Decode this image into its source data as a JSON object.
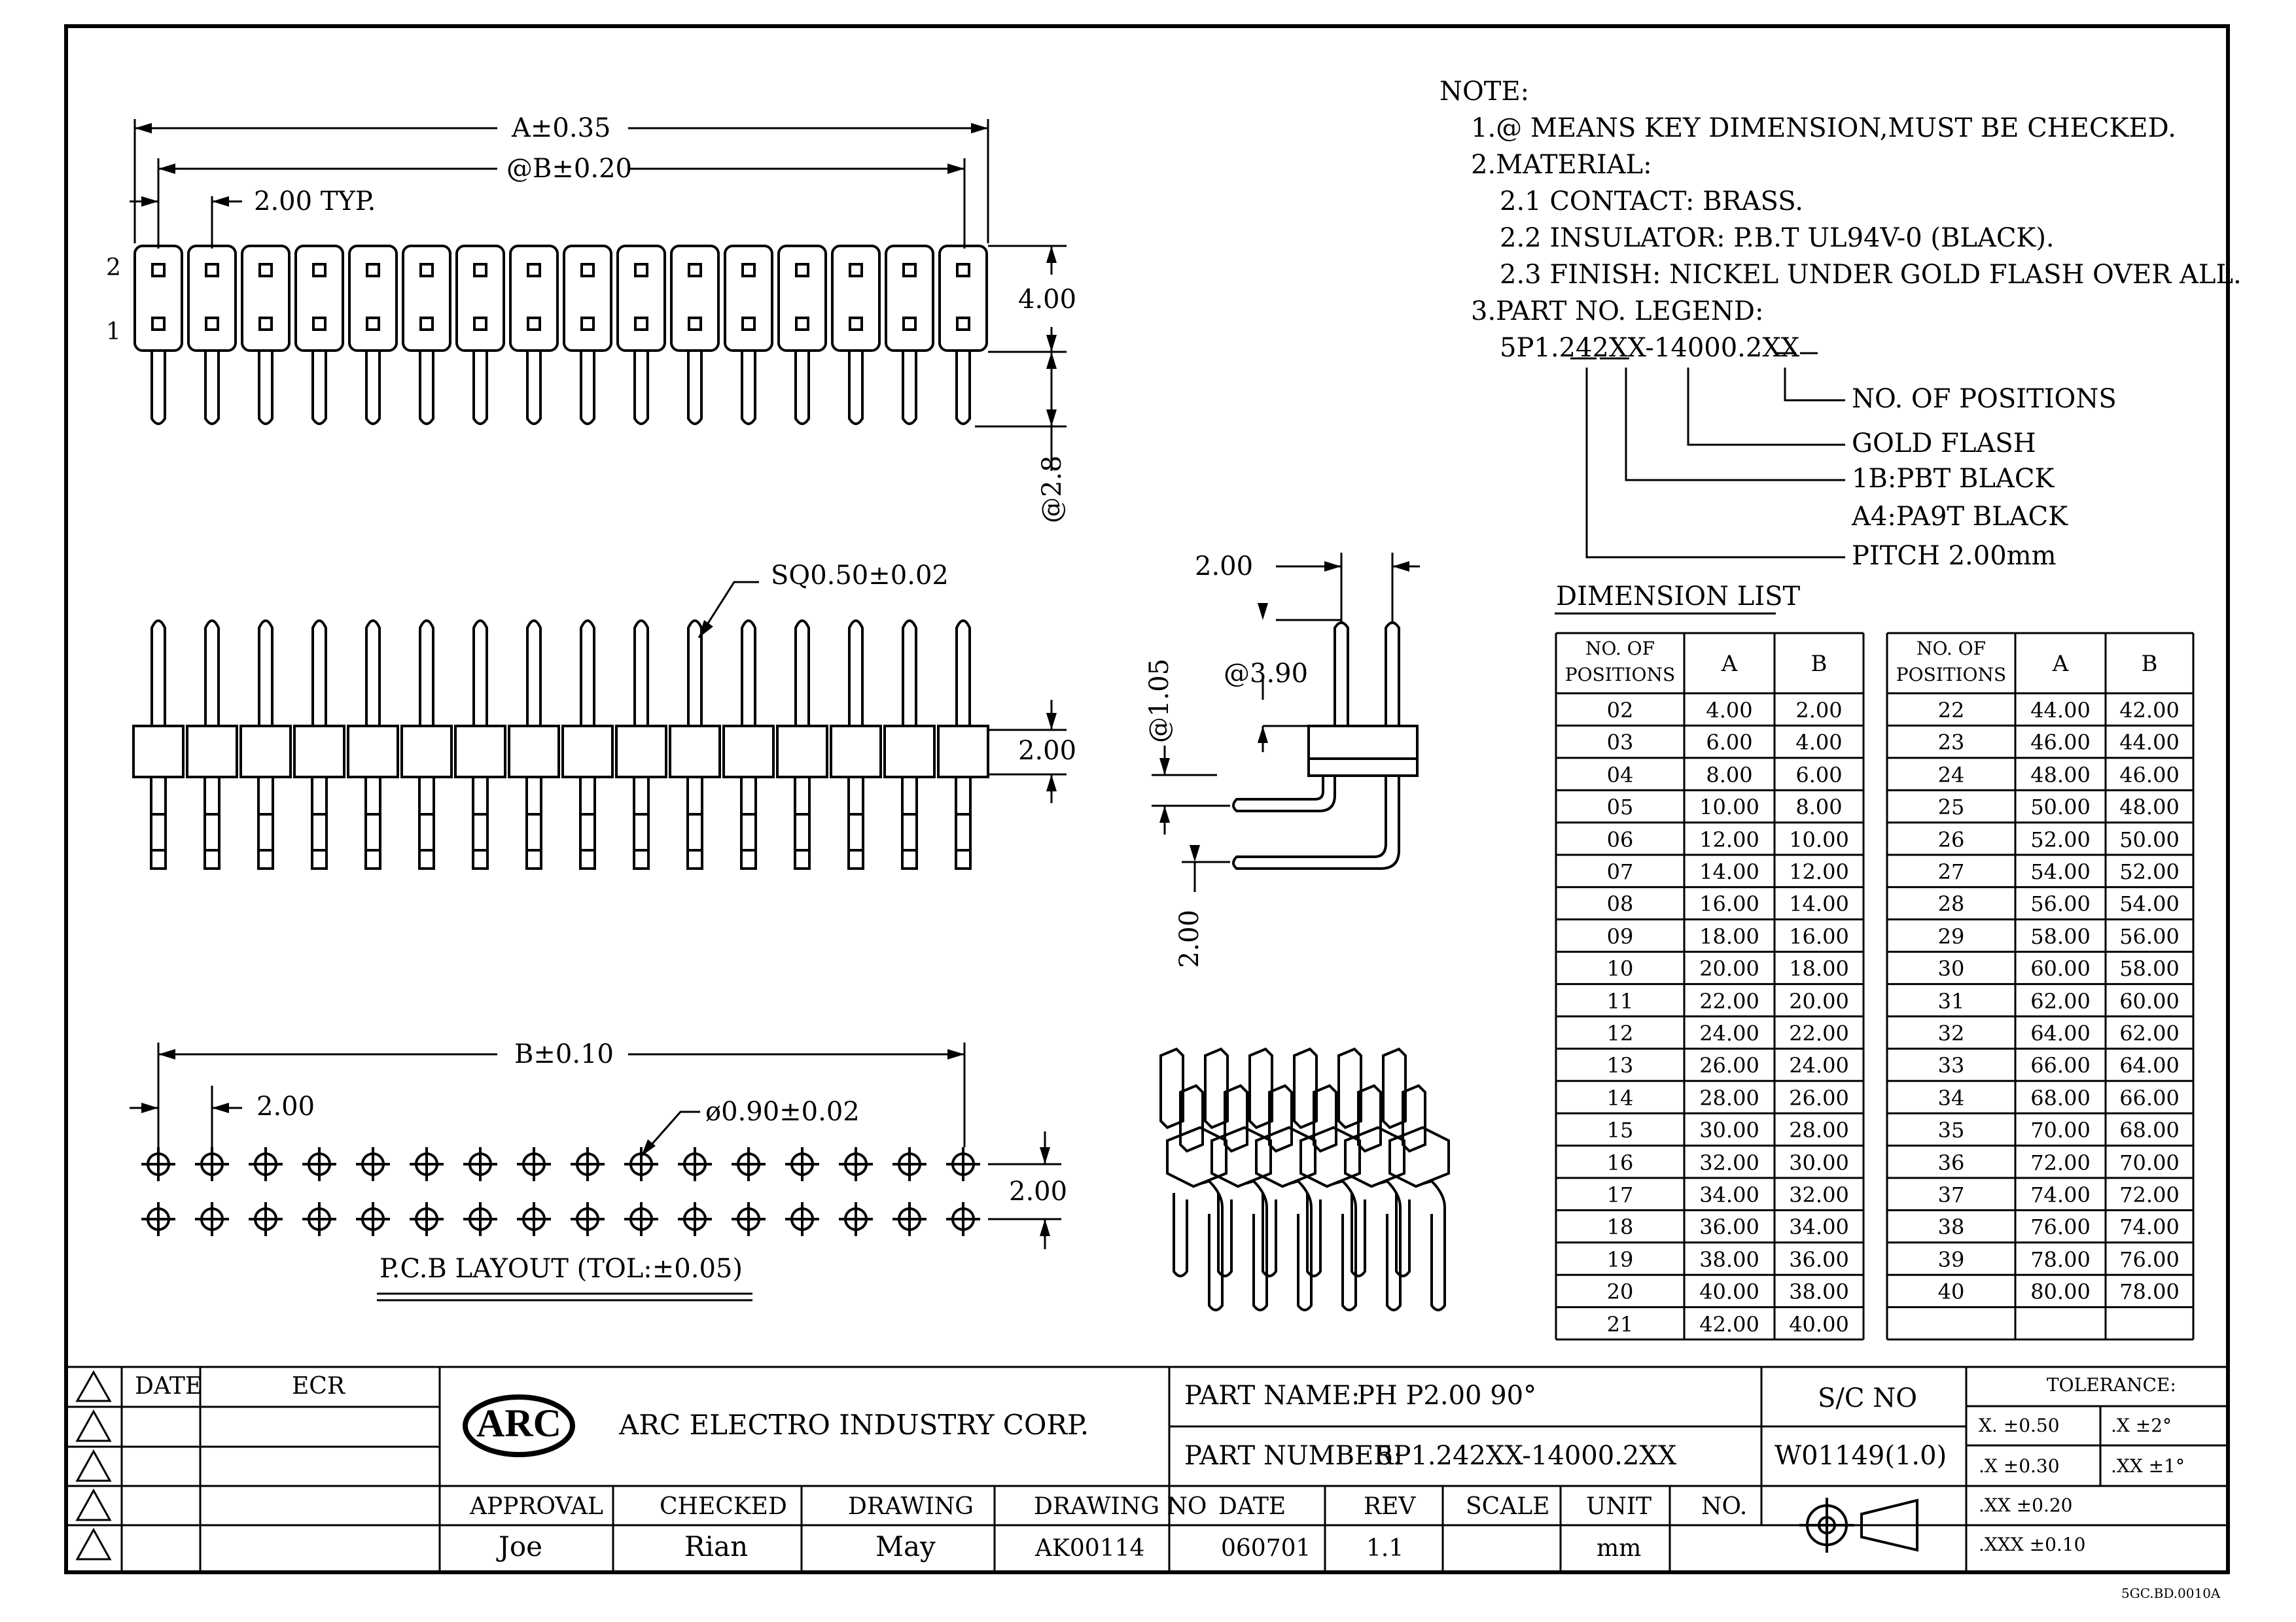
{
  "notes": {
    "heading": "NOTE:",
    "n1": "1.@ MEANS KEY DIMENSION,MUST BE CHECKED.",
    "n2": "2.MATERIAL:",
    "n21": "2.1 CONTACT: BRASS.",
    "n22": "2.2 INSULATOR: P.B.T UL94V-0 (BLACK).",
    "n23": "2.3 FINISH: NICKEL UNDER GOLD FLASH OVER ALL.",
    "n3": "3.PART NO. LEGEND:",
    "part_code": "5P1.242XX-14000.2XX"
  },
  "legend": {
    "positions": "NO. OF POSITIONS",
    "gold": "GOLD FLASH",
    "pbt": "1B:PBT BLACK",
    "pa9t": "A4:PA9T BLACK",
    "pitch": "PITCH 2.00mm"
  },
  "dims": {
    "a": "A±0.35",
    "b_key": "@B±0.20",
    "pitch_typ": "2.00 TYP.",
    "row2": "2",
    "row1": "1",
    "h400": "4.00",
    "k28": "@2.8",
    "sq": "SQ0.50±0.02",
    "side200": "2.00",
    "top200": "2.00",
    "k390": "@3.90",
    "k105": "@1.05",
    "v200": "2.00",
    "b010": "B±0.10",
    "pcb200": "2.00",
    "hole": "ø0.90±0.02",
    "pcb_right200": "2.00",
    "pcb_layout": "P.C.B LAYOUT (TOL:±0.05)"
  },
  "dimension_list": {
    "title": "DIMENSION LIST",
    "head_pos": "NO. OF",
    "head_pos2": "POSITIONS",
    "head_a": "A",
    "head_b": "B",
    "left": [
      [
        "02",
        "4.00",
        "2.00"
      ],
      [
        "03",
        "6.00",
        "4.00"
      ],
      [
        "04",
        "8.00",
        "6.00"
      ],
      [
        "05",
        "10.00",
        "8.00"
      ],
      [
        "06",
        "12.00",
        "10.00"
      ],
      [
        "07",
        "14.00",
        "12.00"
      ],
      [
        "08",
        "16.00",
        "14.00"
      ],
      [
        "09",
        "18.00",
        "16.00"
      ],
      [
        "10",
        "20.00",
        "18.00"
      ],
      [
        "11",
        "22.00",
        "20.00"
      ],
      [
        "12",
        "24.00",
        "22.00"
      ],
      [
        "13",
        "26.00",
        "24.00"
      ],
      [
        "14",
        "28.00",
        "26.00"
      ],
      [
        "15",
        "30.00",
        "28.00"
      ],
      [
        "16",
        "32.00",
        "30.00"
      ],
      [
        "17",
        "34.00",
        "32.00"
      ],
      [
        "18",
        "36.00",
        "34.00"
      ],
      [
        "19",
        "38.00",
        "36.00"
      ],
      [
        "20",
        "40.00",
        "38.00"
      ],
      [
        "21",
        "42.00",
        "40.00"
      ]
    ],
    "right": [
      [
        "22",
        "44.00",
        "42.00"
      ],
      [
        "23",
        "46.00",
        "44.00"
      ],
      [
        "24",
        "48.00",
        "46.00"
      ],
      [
        "25",
        "50.00",
        "48.00"
      ],
      [
        "26",
        "52.00",
        "50.00"
      ],
      [
        "27",
        "54.00",
        "52.00"
      ],
      [
        "28",
        "56.00",
        "54.00"
      ],
      [
        "29",
        "58.00",
        "56.00"
      ],
      [
        "30",
        "60.00",
        "58.00"
      ],
      [
        "31",
        "62.00",
        "60.00"
      ],
      [
        "32",
        "64.00",
        "62.00"
      ],
      [
        "33",
        "66.00",
        "64.00"
      ],
      [
        "34",
        "68.00",
        "66.00"
      ],
      [
        "35",
        "70.00",
        "68.00"
      ],
      [
        "36",
        "72.00",
        "70.00"
      ],
      [
        "37",
        "74.00",
        "72.00"
      ],
      [
        "38",
        "76.00",
        "74.00"
      ],
      [
        "39",
        "78.00",
        "76.00"
      ],
      [
        "40",
        "80.00",
        "78.00"
      ]
    ]
  },
  "title_block": {
    "date_label": "DATE",
    "ecr_label": "ECR",
    "logo": "ARC",
    "company": "ARC ELECTRO INDUSTRY CORP.",
    "part_name_label": "PART NAME:",
    "part_name": "PH P2.00 90°",
    "part_number_label": "PART NUMBER:",
    "part_number": "5P1.242XX-14000.2XX",
    "sc_label": "S/C NO",
    "sc_value": "W01149(1.0)",
    "tolerance_label": "TOLERANCE:",
    "tol1a": "X. ±0.50",
    "tol1b": ".X ±2°",
    "tol2a": ".X ±0.30",
    "tol2b": ".XX ±1°",
    "tol3": ".XX ±0.20",
    "tol4": ".XXX ±0.10",
    "approval_label": "APPROVAL",
    "checked_label": "CHECKED",
    "drawing_label": "DRAWING",
    "drawing_no_label": "DRAWING NO",
    "date2_label": "DATE",
    "rev_label": "REV",
    "scale_label": "SCALE",
    "unit_label": "UNIT",
    "no_label": "NO.",
    "approval": "Joe",
    "checked": "Rian",
    "drawing": "May",
    "drawing_no": "AK00114",
    "date": "060701",
    "rev": "1.1",
    "unit": "mm",
    "footer_code": "5GC.BD.0010A"
  }
}
